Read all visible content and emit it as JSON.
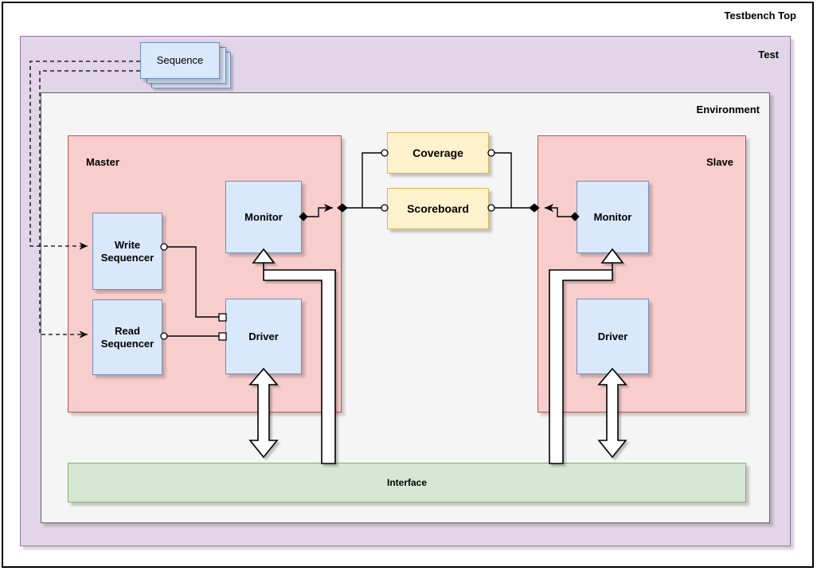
{
  "diagram": {
    "title": "Testbench Top",
    "type": "uvm-testbench-architecture"
  },
  "regions": {
    "top": {
      "label": "Testbench Top",
      "color": "#ffffff"
    },
    "test": {
      "label": "Test",
      "color": "#e1d5e7",
      "border": "#9673a6"
    },
    "environment": {
      "label": "Environment",
      "color": "#f5f5f5",
      "border": "#666666"
    },
    "master": {
      "label": "Master",
      "color": "#f8cecc",
      "border": "#b85450"
    },
    "slave": {
      "label": "Slave",
      "color": "#f8cecc",
      "border": "#b85450"
    }
  },
  "blocks": {
    "sequence": {
      "label": "Sequence",
      "color": "#dae8fc",
      "border": "#6c8ebf",
      "stacked": true
    },
    "write_sequencer": {
      "label": "Write\nSequencer",
      "color": "#dae8fc",
      "border": "#6c8ebf"
    },
    "read_sequencer": {
      "label": "Read\nSequencer",
      "color": "#dae8fc",
      "border": "#6c8ebf"
    },
    "master_driver": {
      "label": "Driver",
      "color": "#dae8fc",
      "border": "#6c8ebf"
    },
    "master_monitor": {
      "label": "Monitor",
      "color": "#dae8fc",
      "border": "#6c8ebf"
    },
    "slave_driver": {
      "label": "Driver",
      "color": "#dae8fc",
      "border": "#6c8ebf"
    },
    "slave_monitor": {
      "label": "Monitor",
      "color": "#dae8fc",
      "border": "#6c8ebf"
    },
    "coverage": {
      "label": "Coverage",
      "color": "#fff2cc",
      "border": "#d6b656"
    },
    "scoreboard": {
      "label": "Scoreboard",
      "color": "#fff2cc",
      "border": "#d6b656"
    },
    "interface": {
      "label": "Interface",
      "color": "#d5e8d4",
      "border": "#82b366"
    }
  },
  "connections": [
    {
      "from": "sequence",
      "to": "write_sequencer",
      "style": "dashed",
      "arrow": "open"
    },
    {
      "from": "sequence",
      "to": "read_sequencer",
      "style": "dashed",
      "arrow": "open"
    },
    {
      "from": "write_sequencer",
      "to": "master_driver",
      "style": "solid",
      "arrow": "none"
    },
    {
      "from": "read_sequencer",
      "to": "master_driver",
      "style": "solid",
      "arrow": "none"
    },
    {
      "from": "master_monitor",
      "to": "scoreboard",
      "style": "solid",
      "arrow": "filled"
    },
    {
      "from": "master_monitor",
      "to": "coverage",
      "style": "solid",
      "arrow": "filled"
    },
    {
      "from": "slave_monitor",
      "to": "scoreboard",
      "style": "solid",
      "arrow": "filled"
    },
    {
      "from": "slave_monitor",
      "to": "coverage",
      "style": "solid",
      "arrow": "filled"
    },
    {
      "from": "interface",
      "to": "master_monitor",
      "style": "block-arrow",
      "arrow": "single"
    },
    {
      "from": "interface",
      "to": "master_driver",
      "style": "block-arrow",
      "arrow": "double"
    },
    {
      "from": "interface",
      "to": "slave_monitor",
      "style": "block-arrow",
      "arrow": "single"
    },
    {
      "from": "interface",
      "to": "slave_driver",
      "style": "block-arrow",
      "arrow": "double"
    }
  ]
}
